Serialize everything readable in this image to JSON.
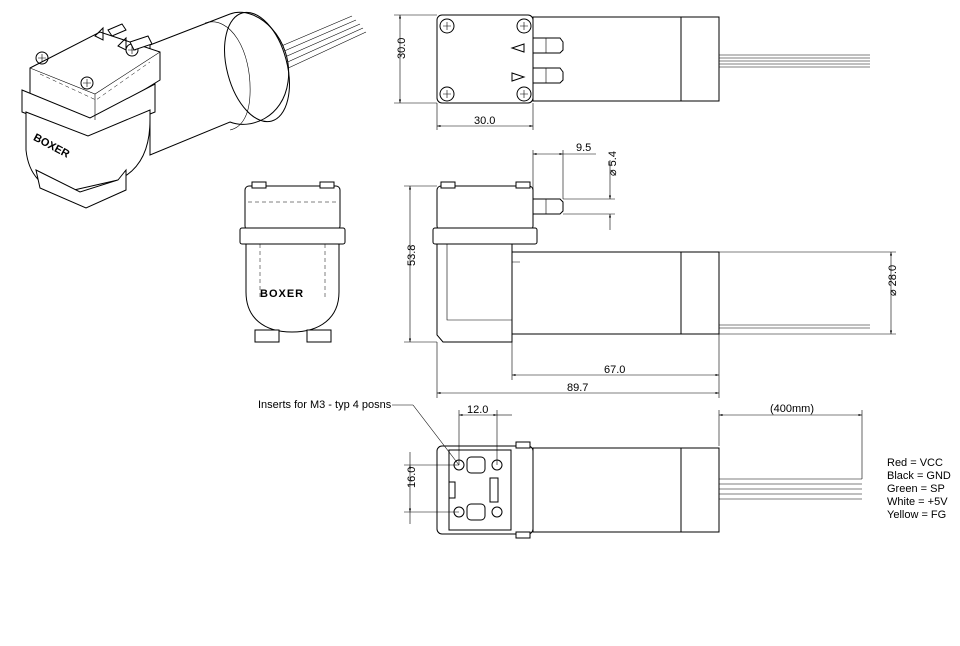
{
  "brand": "BOXER",
  "dimensions": {
    "top_height": "30.0",
    "top_width": "30.0",
    "barb_length": "9.5",
    "barb_diameter": "⌀ 5.4",
    "overall_height": "53.8",
    "motor_diameter": "⌀ 28.0",
    "motor_length": "67.0",
    "overall_length": "89.7",
    "insert_spacing": "12.0",
    "insert_span": "16.0",
    "lead_length": "(400mm)"
  },
  "callout": "Inserts for M3 - typ 4 posns",
  "wire_legend": [
    "Red = VCC",
    "Black = GND",
    "Green = SP",
    "White = +5V",
    "Yellow = FG"
  ]
}
